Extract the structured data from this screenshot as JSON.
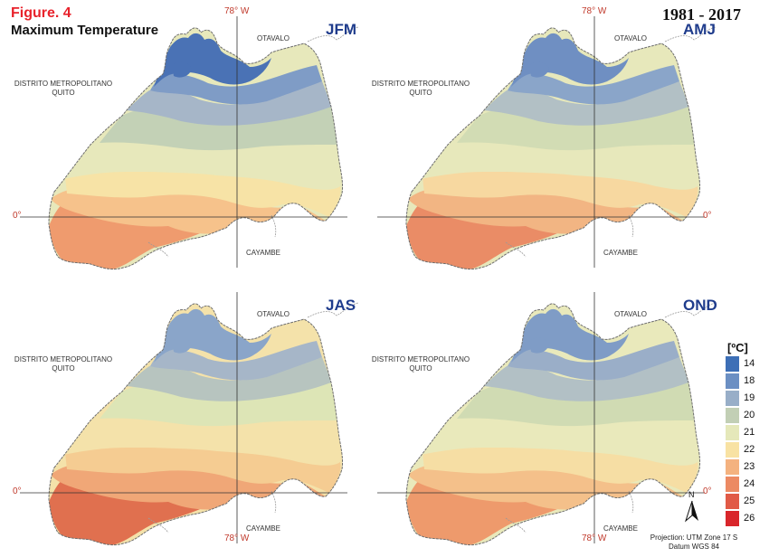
{
  "figure": {
    "label": "Figure. 4",
    "title": "Maximum Temperature",
    "period": "1981 - 2017"
  },
  "coordinates": {
    "longitude": "78° W",
    "latitude": "0°"
  },
  "places": {
    "quito": "DISTRITO METROPOLITANO\nQUITO",
    "otavalo": "OTAVALO",
    "cayambe": "CAYAMBE"
  },
  "panels": [
    {
      "season": "JFM",
      "zones": {
        "z14": "#4a72b5",
        "z18": "#7f9cc6",
        "z19": "#a6b6c8",
        "z20": "#c3d1b6",
        "z21": "#e7e8bb",
        "z22": "#f7e3a6",
        "z23": "#f6c28b",
        "z24": "#ef9b6e"
      }
    },
    {
      "season": "AMJ",
      "zones": {
        "z14": "#6f8fc2",
        "z18": "#8aa5c9",
        "z19": "#b2c0c5",
        "z20": "#d2dcb4",
        "z21": "#e7e8bb",
        "z22": "#f7d8a0",
        "z23": "#f2b583",
        "z24": "#ea8c66"
      }
    },
    {
      "season": "JAS",
      "zones": {
        "z14": "#8aa5c9",
        "z18": "#a6b6c8",
        "z19": "#b7c4bf",
        "z20": "#dde5b6",
        "z21": "#f4e2aa",
        "z22": "#f5cc92",
        "z23": "#f0a777",
        "z24": "#e0704f"
      }
    },
    {
      "season": "OND",
      "zones": {
        "z14": "#7f9cc6",
        "z18": "#9aaec8",
        "z19": "#b2c0c5",
        "z20": "#d0dbb3",
        "z21": "#e9e9bb",
        "z22": "#f6dea4",
        "z23": "#f4c08a",
        "z24": "#ee9a6c"
      }
    }
  ],
  "legend": {
    "unit": "[ºC]",
    "items": [
      {
        "value": "14",
        "color": "#3d6fb6"
      },
      {
        "value": "18",
        "color": "#6b8fc3"
      },
      {
        "value": "19",
        "color": "#98aec8"
      },
      {
        "value": "20",
        "color": "#c2cfb5"
      },
      {
        "value": "21",
        "color": "#e5e8ba"
      },
      {
        "value": "22",
        "color": "#f8e2a3"
      },
      {
        "value": "23",
        "color": "#f4b27f"
      },
      {
        "value": "24",
        "color": "#ec8a63"
      },
      {
        "value": "25",
        "color": "#e15a46"
      },
      {
        "value": "26",
        "color": "#d9262b"
      }
    ]
  },
  "north_label": "N",
  "projection": "Projection: UTM Zone 17 S\nDatum WGS 84"
}
